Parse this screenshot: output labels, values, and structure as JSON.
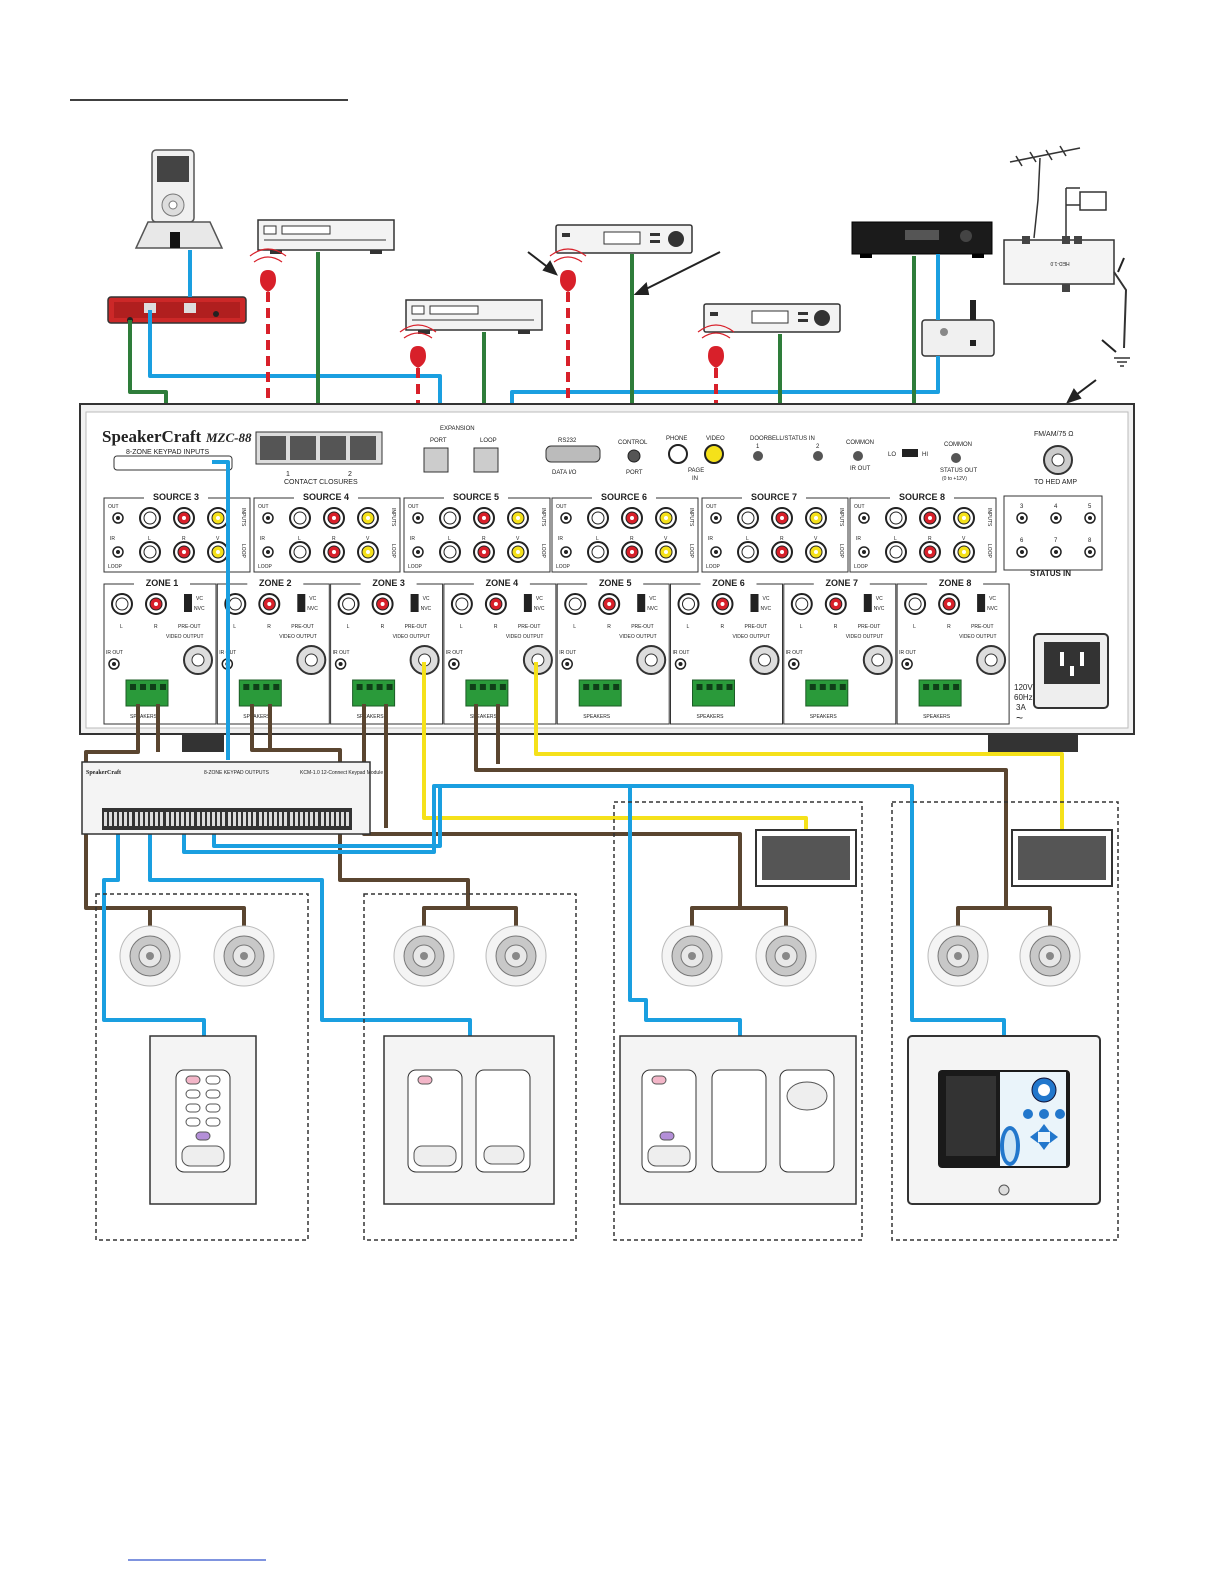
{
  "receiver": {
    "brand": "SpeakerCraft",
    "model": "MZC-88",
    "keypad_inputs_label": "8-ZONE KEYPAD INPUTS",
    "contact_closures_label": "CONTACT CLOSURES",
    "contact_1": "1",
    "contact_2": "2",
    "expansion_label": "EXPANSION",
    "port_label": "PORT",
    "loop_label": "LOOP",
    "rs232_label": "RS232",
    "data_io_label": "DATA I/O",
    "control_label": "CONTROL",
    "control_port_label": "PORT",
    "phone_label": "PHONE",
    "video_label": "VIDEO",
    "page_label": "PAGE",
    "page_in_label": "IN",
    "doorbell_label": "DOORBELL/STATUS IN",
    "doorbell_1": "1",
    "doorbell_2": "2",
    "common_label": "COMMON",
    "ir_out_label": "IR OUT",
    "lo_label": "LO",
    "hi_label": "HI",
    "common2_label": "COMMON",
    "status_out_label": "STATUS OUT",
    "status_out_range": "(0 to +12V)",
    "fm_label": "FM/AM/75 Ω",
    "hed_label": "TO HED AMP",
    "status_in_label": "STATUS IN",
    "status_in_nums": [
      "3",
      "4",
      "5",
      "6",
      "7",
      "8"
    ],
    "power_label": "120V\n60Hz\n3A",
    "power_v": "120V",
    "power_hz": "60Hz",
    "power_a": "3A",
    "power_sym": "~"
  },
  "sources": [
    {
      "label": "SOURCE 3"
    },
    {
      "label": "SOURCE 4"
    },
    {
      "label": "SOURCE 5"
    },
    {
      "label": "SOURCE 6"
    },
    {
      "label": "SOURCE 7"
    },
    {
      "label": "SOURCE 8"
    }
  ],
  "source_jacks": {
    "out": "OUT",
    "ir": "IR",
    "loop": "LOOP",
    "l": "L",
    "r": "R",
    "v": "V",
    "inputs": "INPUTS",
    "loop_side": "LOOP"
  },
  "zones": [
    {
      "label": "ZONE 1"
    },
    {
      "label": "ZONE 2"
    },
    {
      "label": "ZONE 3"
    },
    {
      "label": "ZONE 4"
    },
    {
      "label": "ZONE 5"
    },
    {
      "label": "ZONE 6"
    },
    {
      "label": "ZONE 7"
    },
    {
      "label": "ZONE 8"
    }
  ],
  "zone_jacks": {
    "l": "L",
    "r": "R",
    "vc": "VC",
    "nvc": "NVC",
    "pre_out": "PRE-OUT",
    "video_output": "VIDEO OUTPUT",
    "ir_out": "IR OUT",
    "speakers": "SPEAKERS"
  },
  "expander": {
    "brand": "SpeakerCraft",
    "title": "8-ZONE KEYPAD OUTPUTS",
    "model": "KCM-1.0 12-Connect Keypad Module"
  },
  "colors": {
    "ethernet": "#1a9fe0",
    "audio": "#2e7d3a",
    "ir": "#e02020",
    "speaker": "#5a4530",
    "video": "#f5e11a"
  }
}
